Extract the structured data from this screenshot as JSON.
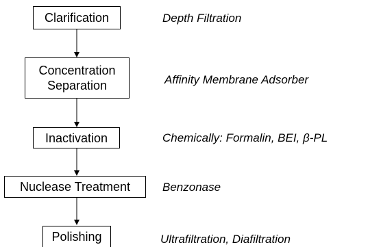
{
  "steps": [
    {
      "lines": [
        "Clarification"
      ],
      "method": "Depth Filtration"
    },
    {
      "lines": [
        "Concentration",
        "Separation"
      ],
      "method": "Affinity Membrane Adsorber"
    },
    {
      "lines": [
        "Inactivation"
      ],
      "method": "Chemically: Formalin, BEI, β-PL"
    },
    {
      "lines": [
        "Nuclease Treatment"
      ],
      "method": "Benzonase"
    },
    {
      "lines": [
        "Polishing"
      ],
      "method": "Ultrafiltration, Diafiltration"
    }
  ],
  "colors": {
    "line": "#000000",
    "box_border": "#000000",
    "background": "#ffffff"
  }
}
